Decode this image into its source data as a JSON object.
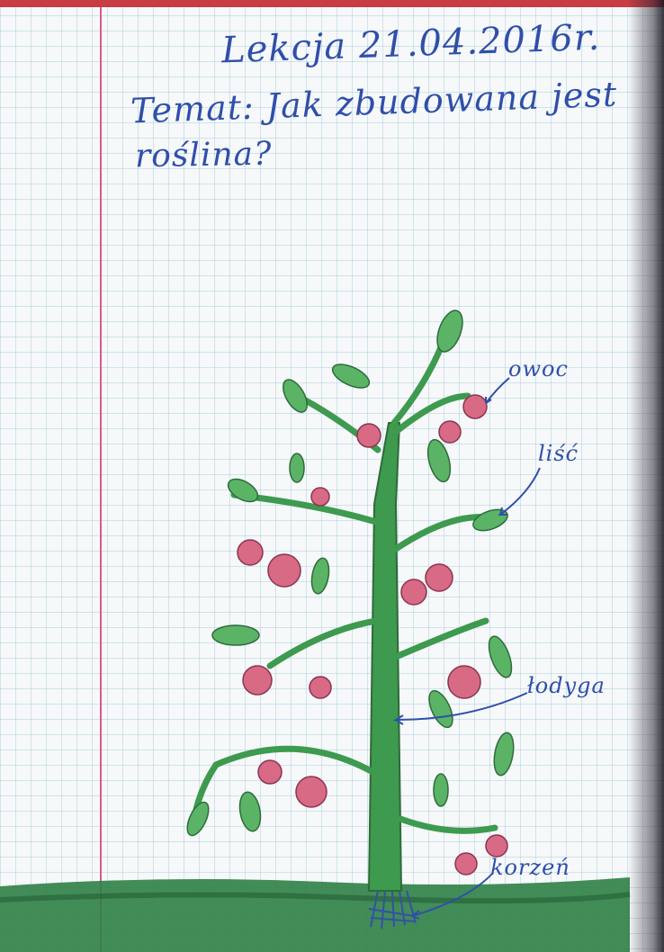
{
  "lesson": {
    "title": "Lekcja 21.04.2016r.",
    "topic_line1": "Temat: Jak zbudowana jest",
    "topic_line2": "roślina?"
  },
  "labels": {
    "fruit": "owoc",
    "leaf": "liść",
    "stem": "łodyga",
    "root": "korzeń"
  },
  "colors": {
    "ink": "#2f4fa8",
    "stem": "#3e9a4e",
    "leaf": "#5bb466",
    "fruit": "#d86a86",
    "ground": "#2f7f46",
    "margin_line": "#d95a86",
    "top_band": "#c83c44"
  }
}
